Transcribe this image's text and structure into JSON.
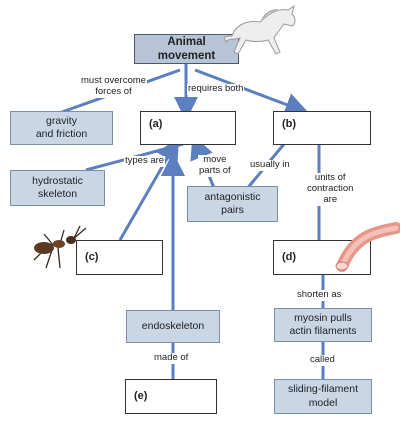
{
  "title": "Animal movement",
  "boxes": {
    "gravity": "gravity\nand friction",
    "a": "(a)",
    "b": "(b)",
    "hydrostatic": "hydrostatic\nskeleton",
    "antagonistic": "antagonistic\npairs",
    "c": "(c)",
    "d": "(d)",
    "endoskeleton": "endoskeleton",
    "myosin": "myosin pulls\nactin filaments",
    "e": "(e)",
    "sliding": "sliding-filament\nmodel"
  },
  "labels": {
    "must_overcome": "must overcome\nforces of",
    "requires_both": "requires both",
    "types_are": "types are",
    "move_parts_of": "move\nparts of",
    "usually_in": "usually in",
    "units_of_contraction": "units of\ncontraction\nare",
    "shorten_as": "shorten as",
    "made_of": "made of",
    "called": "called"
  },
  "colors": {
    "line": "#5b7fbf",
    "box_fill": "#c9d6e6",
    "title_fill": "#b7c4d6"
  }
}
